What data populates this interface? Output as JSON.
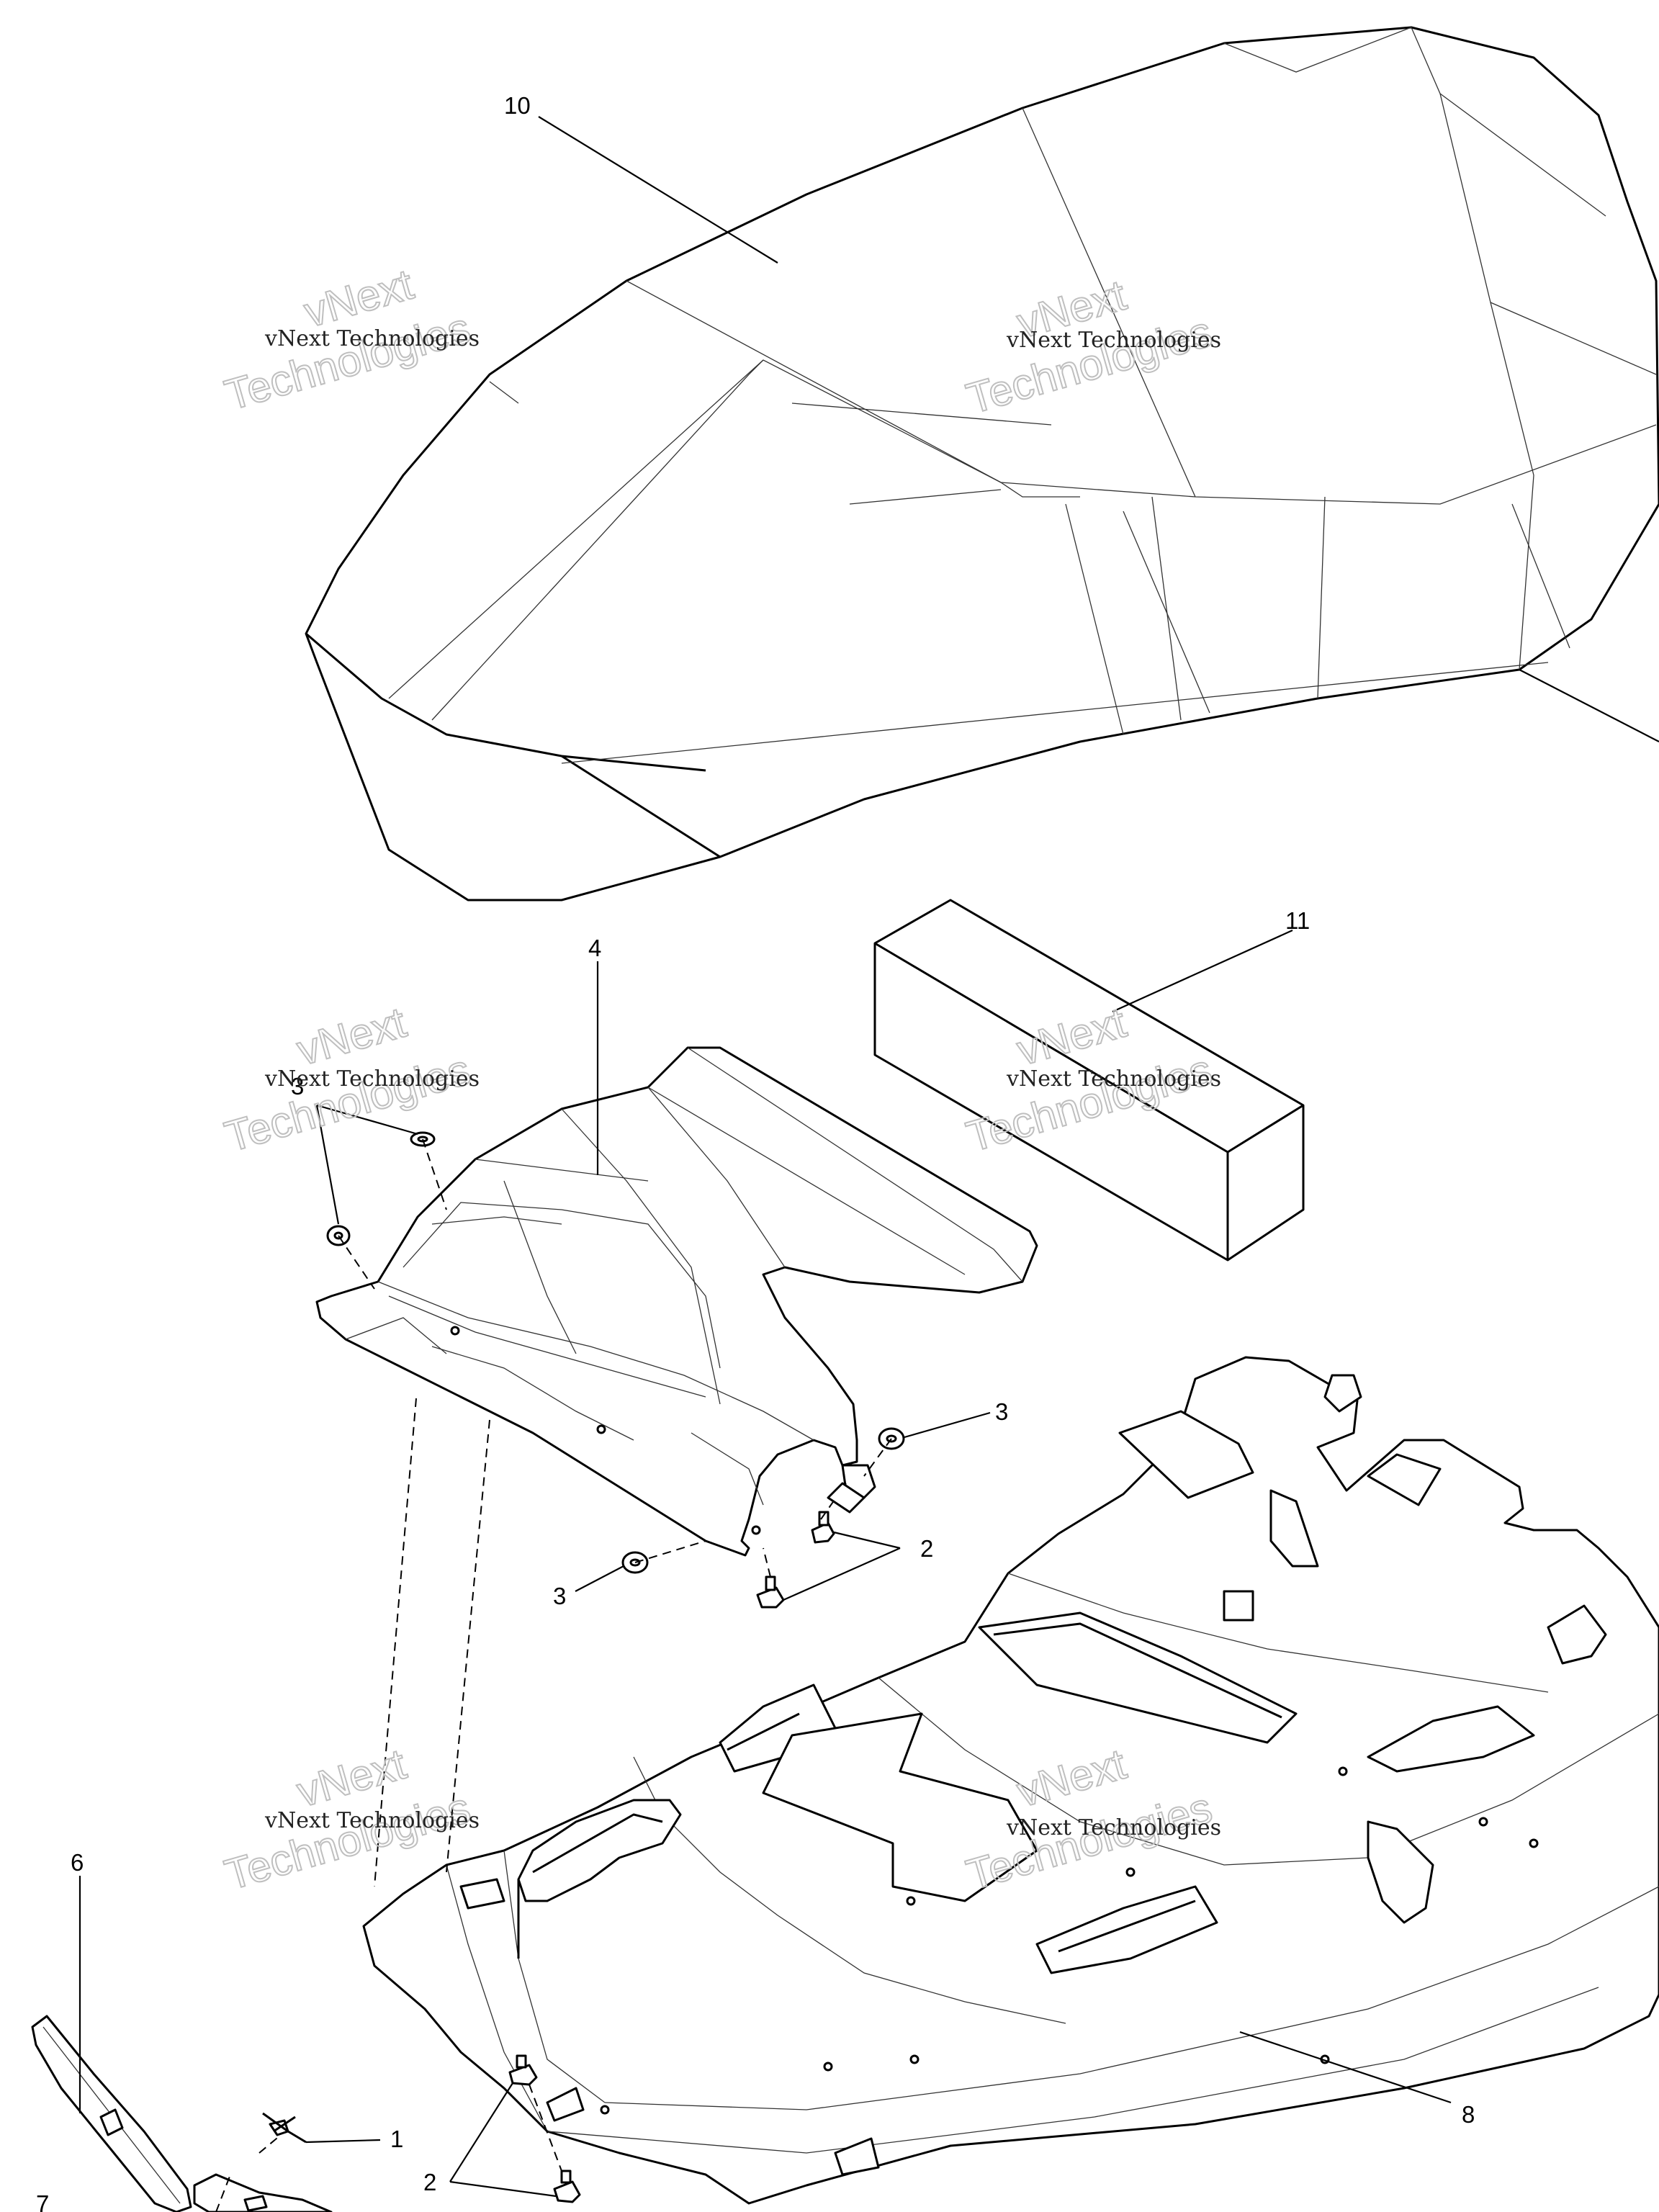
{
  "labels": {
    "seat": "10",
    "foam_block": "11",
    "cover": "4",
    "washer_left": "3",
    "washer_right": "3",
    "washer_bottom": "3",
    "fastener_mid": "2",
    "fastener_bottom": "2",
    "base": "8",
    "strip": "6",
    "clip": "1",
    "bracket": "7"
  },
  "watermark": {
    "line1": "vNext Technologies",
    "line2": "vNext",
    "line3": "Technologies"
  }
}
